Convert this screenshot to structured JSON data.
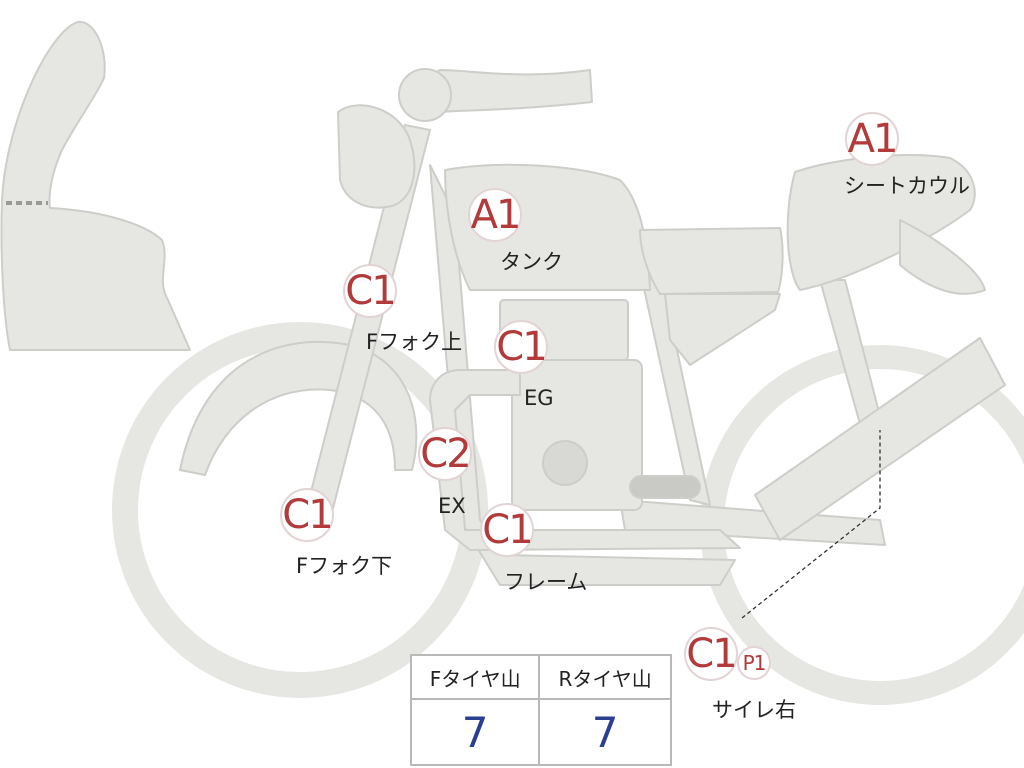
{
  "colors": {
    "bike_fill": "#e6e6e3",
    "bike_stroke": "#cdcdca",
    "grade_text": "#b23a3a",
    "grade_border": "#e2d4d4",
    "tire_value": "#2a3f8f"
  },
  "markers": [
    {
      "id": "tank",
      "grade": "A1",
      "label": "タンク"
    },
    {
      "id": "seat-cowl",
      "grade": "A1",
      "label": "シートカウル"
    },
    {
      "id": "fork-upper",
      "grade": "C1",
      "label": "Fフォク上"
    },
    {
      "id": "engine",
      "grade": "C1",
      "label": "EG"
    },
    {
      "id": "exhaust",
      "grade": "C2",
      "label": "EX"
    },
    {
      "id": "fork-lower",
      "grade": "C1",
      "label": "Fフォク下"
    },
    {
      "id": "frame",
      "grade": "C1",
      "label": "フレーム"
    },
    {
      "id": "muffler-right",
      "grade": "C1",
      "label": "サイレ右",
      "extra": "P1"
    }
  ],
  "tire_table": {
    "front_header": "Fタイヤ山",
    "rear_header": "Rタイヤ山",
    "front_value": "7",
    "rear_value": "7"
  }
}
